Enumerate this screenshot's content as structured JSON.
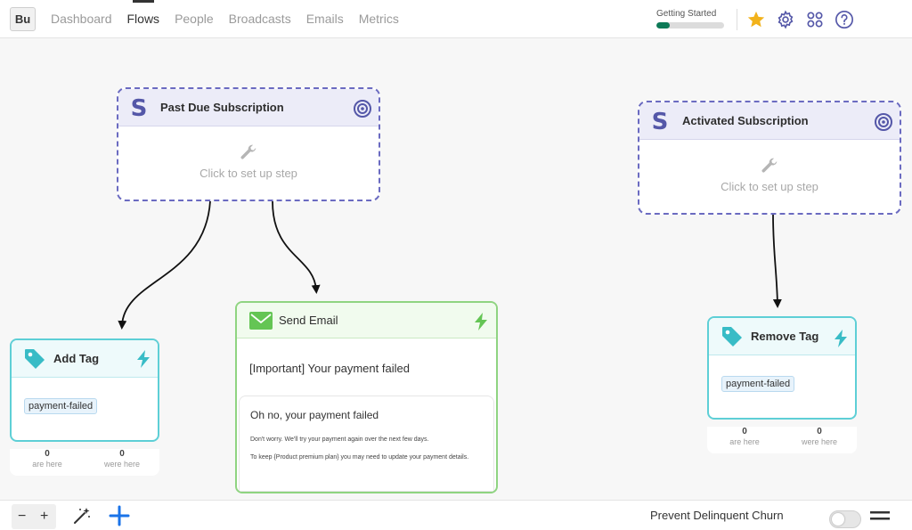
{
  "app": {
    "logo": "Bu"
  },
  "nav": {
    "items": [
      {
        "label": "Dashboard",
        "active": false
      },
      {
        "label": "Flows",
        "active": true
      },
      {
        "label": "People",
        "active": false
      },
      {
        "label": "Broadcasts",
        "active": false
      },
      {
        "label": "Emails",
        "active": false
      },
      {
        "label": "Metrics",
        "active": false
      }
    ]
  },
  "getting_started": {
    "label": "Getting Started",
    "progress": 0.2
  },
  "top_icons": [
    "star-icon",
    "gear-icon",
    "apps-grid-icon",
    "help-icon"
  ],
  "colors": {
    "accent_star": "#f2b21b",
    "trigger_border": "#6b6bc1",
    "email_border": "#8fd481",
    "tag_border": "#5ecfd6",
    "progress": "#0d7a57",
    "add_button": "#1a73e8",
    "arrow": "#111111"
  },
  "nodes": {
    "past_due": {
      "title": "Past Due Subscription",
      "setup_text": "Click to set up step",
      "icons": [
        "stripe-logo-icon",
        "target-icon",
        "wrench-icon"
      ]
    },
    "activated": {
      "title": "Activated Subscription",
      "setup_text": "Click to set up step",
      "icons": [
        "stripe-logo-icon",
        "target-icon",
        "wrench-icon"
      ]
    },
    "send_email": {
      "title": "Send Email",
      "subject": "[Important] Your payment failed",
      "preview": {
        "heading": "Oh no, your payment failed",
        "p1": "Don't worry. We'll try your payment again over the next few days.",
        "p2": "To keep {Product premium plan} you may need to update your payment details."
      },
      "icons": [
        "envelope-icon",
        "lightning-icon"
      ]
    },
    "add_tag": {
      "title": "Add Tag",
      "tag": "payment-failed",
      "stats": {
        "here": "0",
        "here_label": "are here",
        "were": "0",
        "were_label": "were here"
      },
      "icons": [
        "tag-icon",
        "lightning-icon"
      ]
    },
    "remove_tag": {
      "title": "Remove Tag",
      "tag": "payment-failed",
      "stats": {
        "here": "0",
        "here_label": "are here",
        "were": "0",
        "were_label": "were here"
      },
      "icons": [
        "tag-icon",
        "lightning-icon"
      ]
    }
  },
  "bottom": {
    "zoom_out": "−",
    "zoom_in": "+",
    "flow_name": "Prevent Delinquent Churn",
    "toggle_on": false,
    "icons": [
      "magic-wand-icon",
      "add-icon",
      "menu-icon"
    ]
  }
}
